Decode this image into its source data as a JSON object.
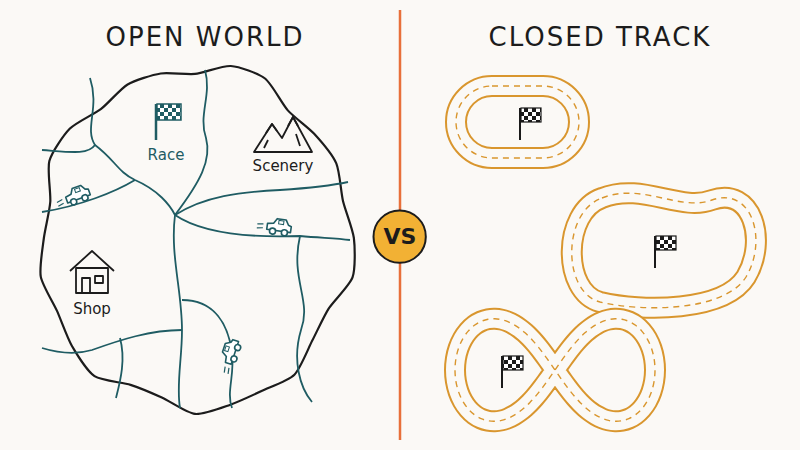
{
  "diagram": {
    "nodes": [
      {
        "text": [
          "VS"
        ]
      }
    ],
    "edges": [],
    "labels": [
      "OPEN WORLD",
      "CLOSED TRACK",
      "Race",
      "Scenery",
      "Shop"
    ]
  }
}
